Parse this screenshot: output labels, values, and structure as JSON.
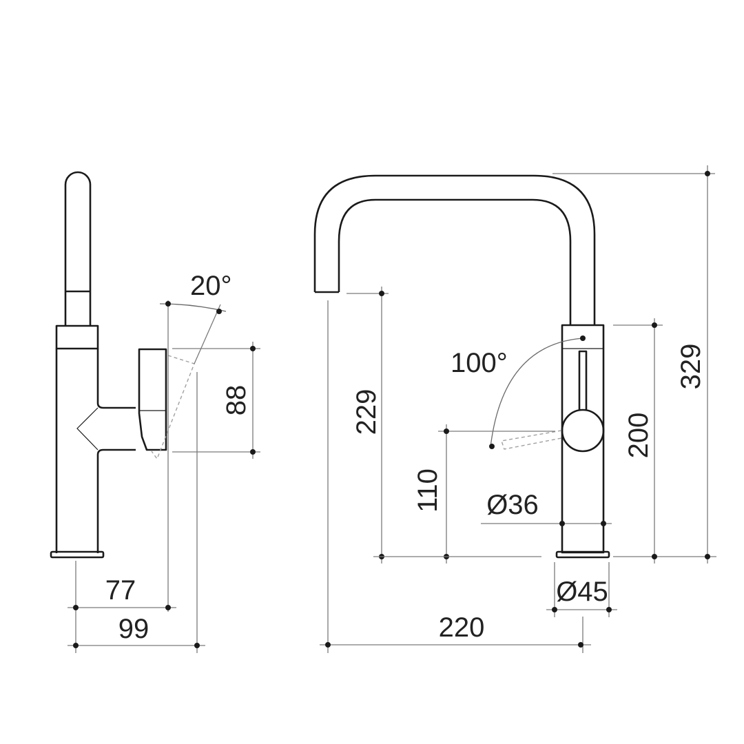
{
  "drawing": {
    "title": "Mixer tap dimension drawing",
    "units": "mm",
    "colors": {
      "outline": "#1a1a1a",
      "dimension_line": "#7a7a7a",
      "dashed": "#a0a0a0",
      "text": "#222222",
      "background": "#ffffff"
    },
    "side_view": {
      "handle_angle_label": "20°",
      "handle_height_label": "88",
      "handle_reach_label": "77",
      "total_depth_label": "99"
    },
    "front_view": {
      "overall_height_label": "329",
      "spout_outlet_height_label": "229",
      "body_height_label": "200",
      "handle_pivot_height_label": "110",
      "handle_rotation_label": "100°",
      "body_diameter_label": "Ø36",
      "base_diameter_label": "Ø45",
      "spout_reach_label": "220"
    }
  }
}
